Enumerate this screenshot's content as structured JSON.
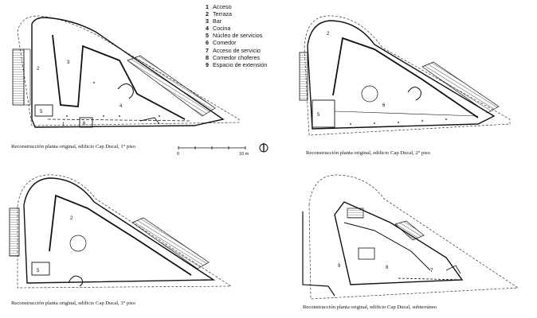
{
  "legend": {
    "items": [
      {
        "num": "1",
        "label": "Acceso"
      },
      {
        "num": "2",
        "label": "Terraza"
      },
      {
        "num": "3",
        "label": "Bar"
      },
      {
        "num": "4",
        "label": "Cocina"
      },
      {
        "num": "5",
        "label": "Núcleo de servicios"
      },
      {
        "num": "6",
        "label": "Comedor"
      },
      {
        "num": "7",
        "label": "Acceso de servicio"
      },
      {
        "num": "8",
        "label": "Comedor choferes"
      },
      {
        "num": "9",
        "label": "Espacio de extensión"
      }
    ]
  },
  "captions": {
    "plan1": "Reconstrucción planta original, edificio Cap Ducal, 1° piso",
    "plan2": "Reconstrucción planta original, edificio Cap Ducal, 2° piso",
    "plan3": "Reconstrucción planta original, edificio Cap Ducal, 3° piso",
    "plan4": "Reconstrucción planta original, edificio Cap Ducal, subterráneo"
  },
  "scale": {
    "zero": "0",
    "ten": "10 m"
  },
  "room_labels": {
    "plan1": [
      "2",
      "3",
      "4",
      "1",
      "5",
      "6"
    ],
    "plan2": [
      "2",
      "5",
      "6"
    ],
    "plan3": [
      "2",
      "5"
    ],
    "plan4": [
      "9",
      "8",
      "7"
    ]
  }
}
